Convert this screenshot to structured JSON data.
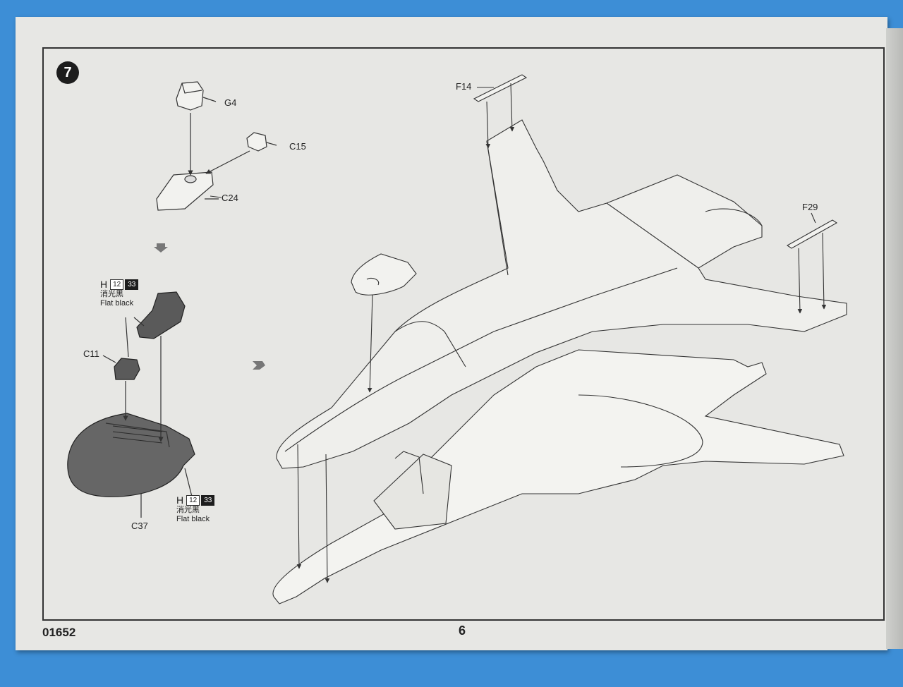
{
  "step": {
    "number": "7"
  },
  "parts": {
    "g4": "G4",
    "c15": "C15",
    "c24": "C24",
    "c11": "C11",
    "c37": "C37",
    "f14": "F14",
    "f29": "F29"
  },
  "paint_callouts": [
    {
      "letter": "H",
      "code": "12",
      "alt_code": "33",
      "chinese": "消光黑",
      "english": "Flat black"
    },
    {
      "letter": "H",
      "code": "12",
      "alt_code": "33",
      "chinese": "消光黑",
      "english": "Flat black"
    }
  ],
  "footer": {
    "kit_number": "01652",
    "page_number": "6"
  }
}
